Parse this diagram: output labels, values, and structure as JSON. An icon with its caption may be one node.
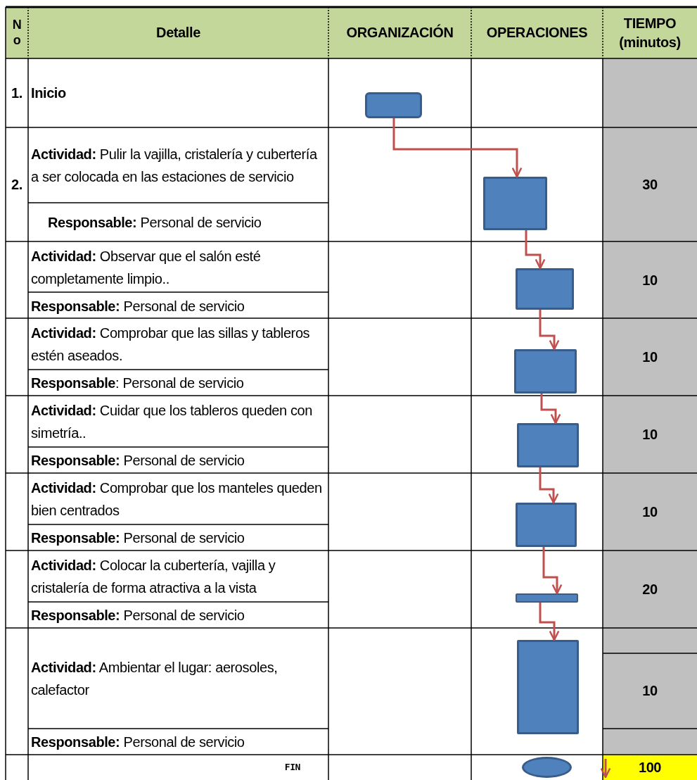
{
  "diagram": {
    "nodes": [
      {
        "text": [],
        "shape": "box"
      },
      {
        "text": [],
        "shape": "box"
      },
      {
        "text": [],
        "shape": "box"
      },
      {
        "text": [],
        "shape": "box"
      },
      {
        "text": [],
        "shape": "box"
      },
      {
        "text": [],
        "shape": "box"
      },
      {
        "text": [],
        "shape": "bar"
      },
      {
        "text": [],
        "shape": "box"
      },
      {
        "text": [],
        "shape": "ellipse"
      }
    ],
    "edges": [
      {
        "from": 0,
        "to": 1,
        "arrow": "to"
      },
      {
        "from": 1,
        "to": 2,
        "arrow": "to"
      },
      {
        "from": 2,
        "to": 3,
        "arrow": "to"
      },
      {
        "from": 3,
        "to": 4,
        "arrow": "to"
      },
      {
        "from": 4,
        "to": 5,
        "arrow": "to"
      },
      {
        "from": 5,
        "to": 6,
        "arrow": "to"
      },
      {
        "from": 6,
        "to": 7,
        "arrow": "to"
      }
    ],
    "labels": [
      "N o",
      "Detalle",
      "ORGANIZACIÓN",
      "OPERACIONES",
      "TIEMPO (minutos)",
      "1.",
      "Inicio",
      "2.",
      "**Actividad:** Pulir la vajilla, cristalería y cubertería a ser colocada en las estaciones de servicio",
      "30",
      "**Responsable:** Personal de servicio",
      "**Actividad:** Observar que el salón esté completamente limpio..",
      "10",
      "**Responsable:** Personal de servicio",
      "**Actividad:** Comprobar que las sillas y tableros estén aseados.",
      "10",
      "**Responsable**: Personal de servicio",
      "**Actividad:** Cuidar que los tableros queden con simetría..",
      "10",
      "**Responsable:** Personal de servicio",
      "**Actividad:** Comprobar que los manteles queden bien centrados",
      "10",
      "**Responsable:** Personal de servicio",
      "**Actividad:** Colocar la cubertería, vajilla y cristalería de forma atractiva a la vista",
      "20",
      "**Responsable:** Personal de servicio",
      "**Actividad:** Ambientar el lugar: aerosoles, calefactor",
      "10",
      "**Responsable:** Personal de servicio",
      "FIN",
      "100"
    ]
  }
}
